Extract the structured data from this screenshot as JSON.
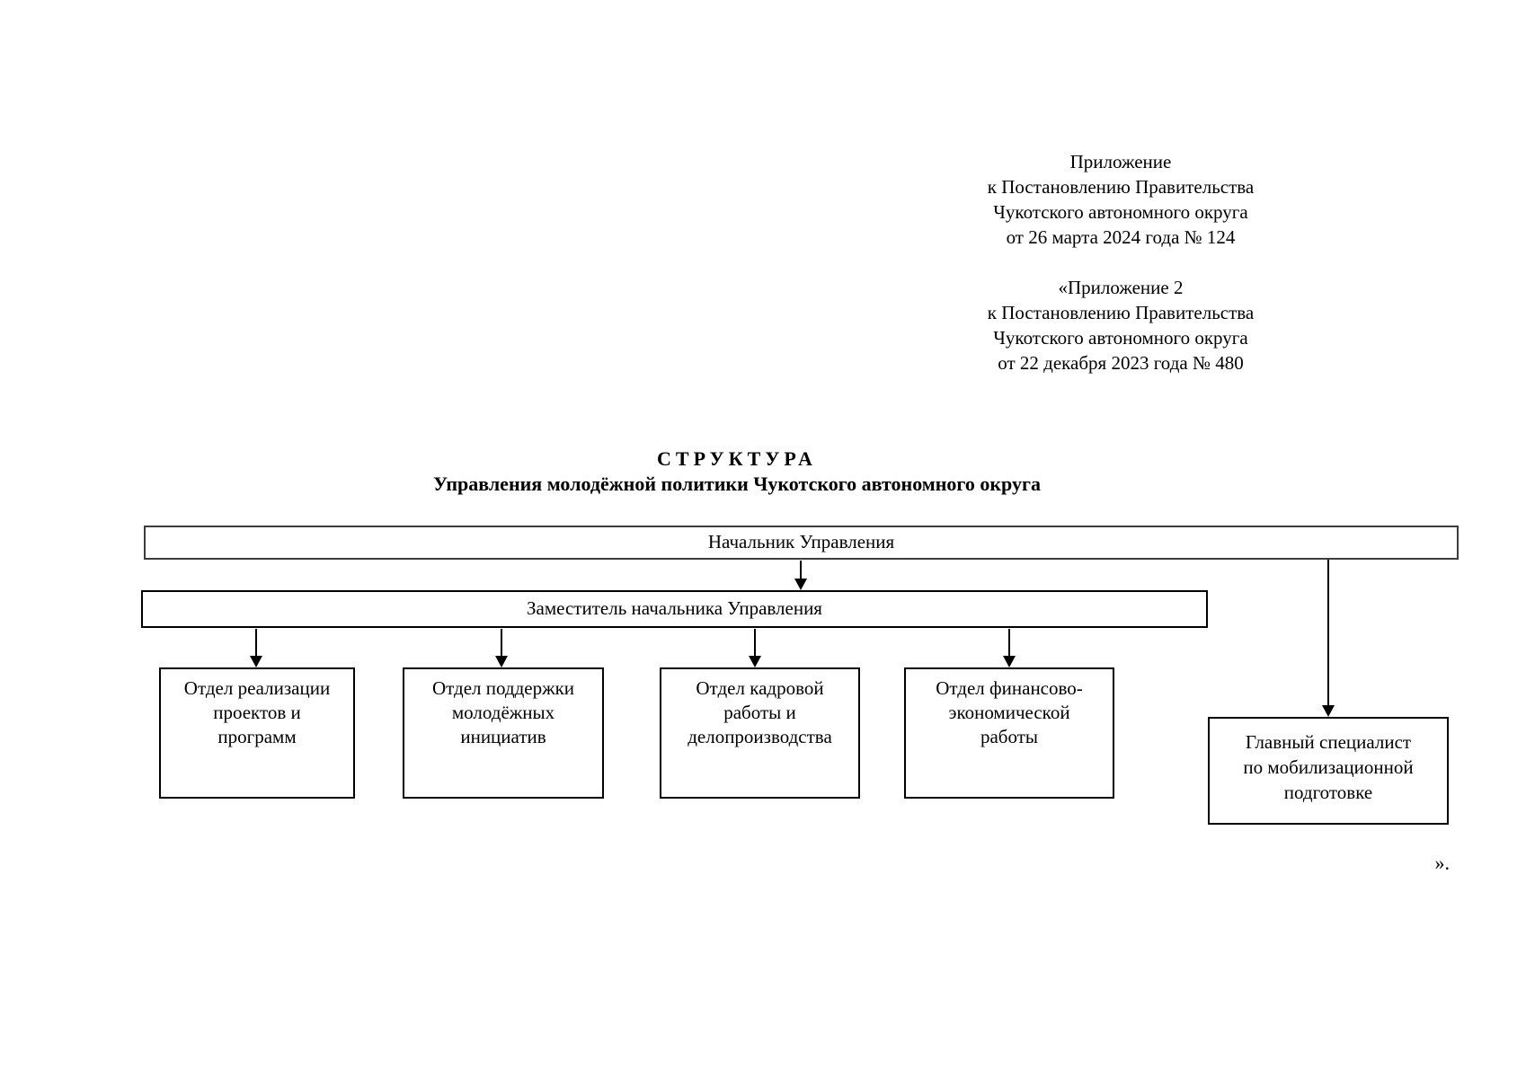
{
  "document": {
    "appendix_primary": "Приложение\nк Постановлению Правительства\nЧукотского автономного округа\nот 26 марта 2024 года № 124",
    "appendix_secondary": "«Приложение 2\nк Постановлению Правительства\nЧукотского автономного округа\nот 22 декабря 2023 года № 480",
    "closing_mark": "»."
  },
  "title": {
    "heading": "СТРУКТУРА",
    "subheading": "Управления молодёжной политики Чукотского автономного округа"
  },
  "org_chart": {
    "head": "Начальник Управления",
    "deputy": "Заместитель начальника Управления",
    "departments": [
      "Отдел реализации\nпроектов и\nпрограмм",
      "Отдел поддержки\nмолодёжных\nинициатив",
      "Отдел кадровой\nработы и\nделопроизводства",
      "Отдел финансово-\nэкономической\nработы"
    ],
    "specialist": "Главный специалист\nпо мобилизационной\nподготовке"
  },
  "colors": {
    "background": "#ffffff",
    "text": "#000000",
    "box_border": "#000000"
  }
}
